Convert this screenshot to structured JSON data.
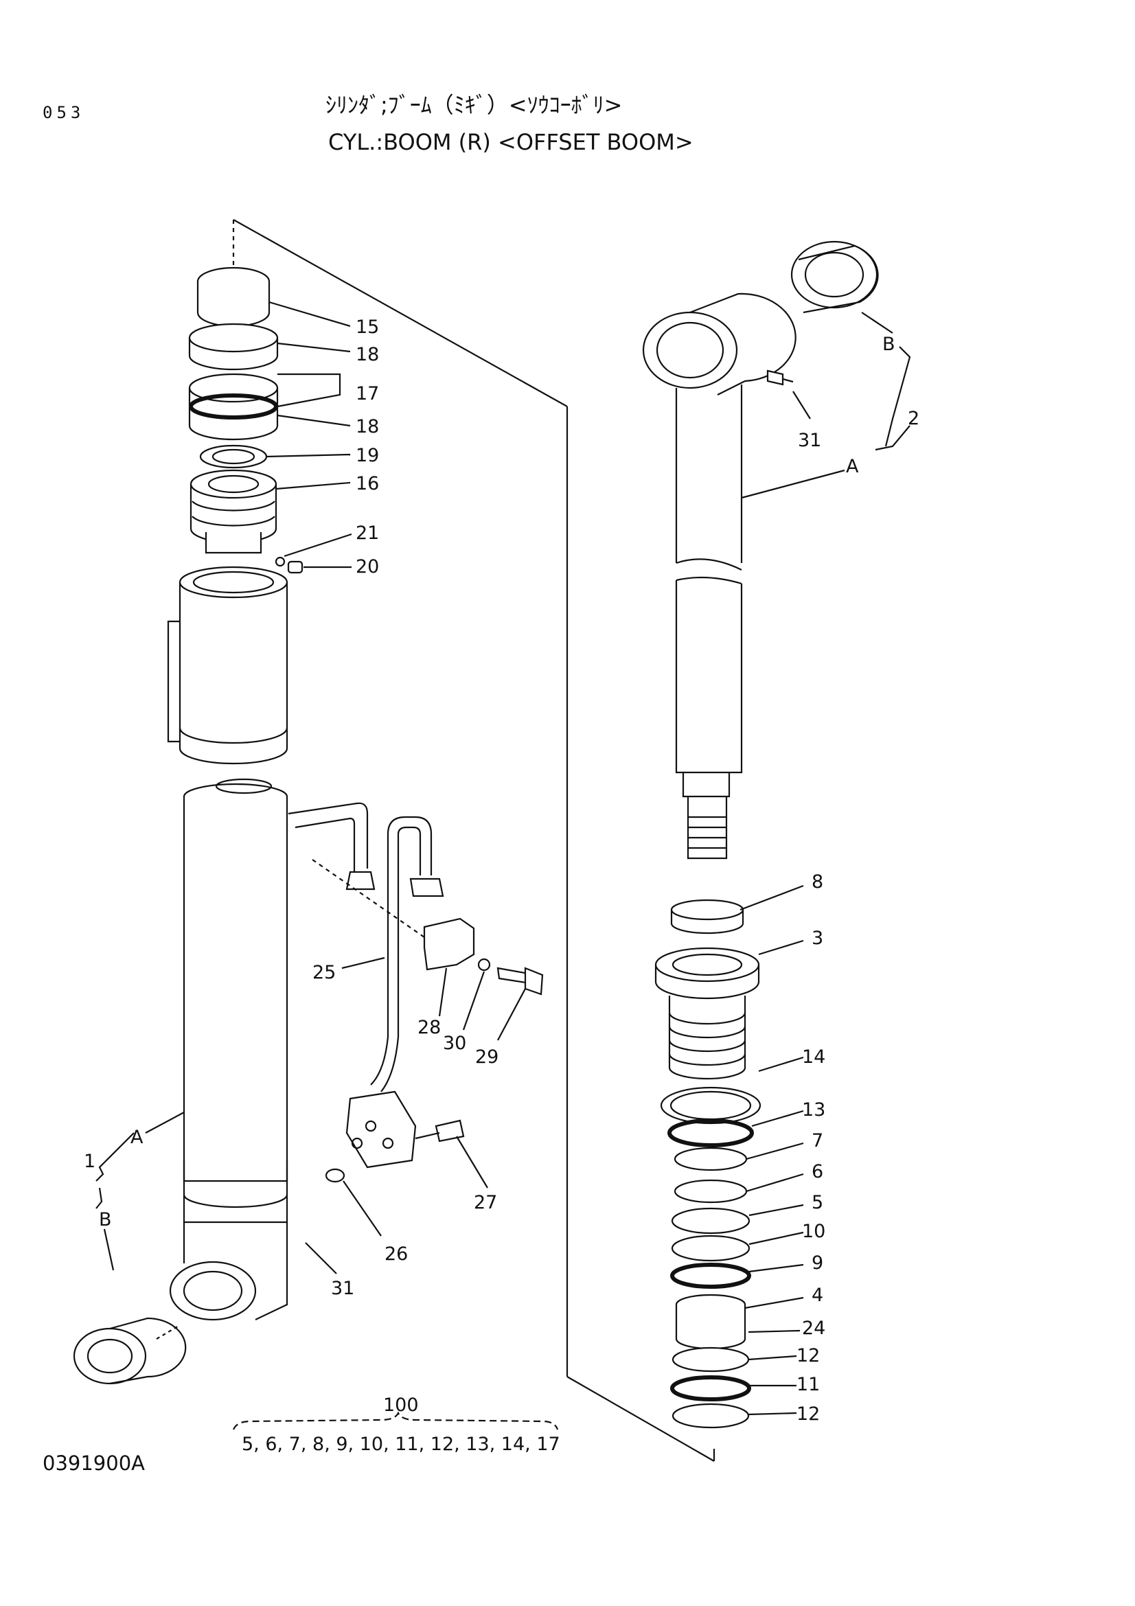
{
  "header": {
    "page_number": "053",
    "title_jp": "ｼﾘﾝﾀﾞ;ﾌﾞｰﾑ（ﾐｷﾞ）<ｿｳｺｰﾎﾞﾘ>",
    "title_en": "CYL.:BOOM (R) <OFFSET BOOM>"
  },
  "drawing_number": "0391900A",
  "callouts": {
    "c15": "15",
    "c18a": "18",
    "c17": "17",
    "c18b": "18",
    "c19": "19",
    "c16": "16",
    "c21": "21",
    "c20": "20",
    "c25": "25",
    "c28": "28",
    "c30": "30",
    "c29": "29",
    "c27": "27",
    "c26": "26",
    "c31a": "31",
    "c1": "1",
    "c1A": "A",
    "c1B": "B",
    "cB2": "B",
    "c2": "2",
    "cA2": "A",
    "c31b": "31",
    "c8": "8",
    "c3": "3",
    "c14": "14",
    "c13": "13",
    "c7": "7",
    "c6": "6",
    "c5": "5",
    "c10": "10",
    "c9": "9",
    "c4": "4",
    "c24": "24",
    "c12a": "12",
    "c11": "11",
    "c12b": "12"
  },
  "kit": {
    "number": "100",
    "contents": "5, 6, 7, 8, 9, 10, 11, 12, 13, 14, 17"
  }
}
